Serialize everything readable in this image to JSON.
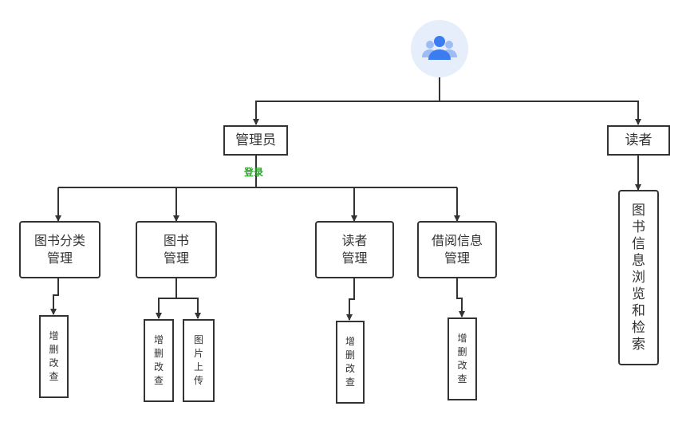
{
  "top": {
    "icon": "users-group-icon",
    "icon_color": "#3b7cf0"
  },
  "admin": {
    "label": "管理员",
    "login_label": "登录"
  },
  "reader": {
    "label": "读者"
  },
  "modules": {
    "category": "图书分类\n管理",
    "book": "图书\n管理",
    "reader": "读者\n管理",
    "borrow": "借阅信息\n管理"
  },
  "leaves": {
    "category_crud": "增删改查",
    "book_crud": "增删改查",
    "book_upload": "图片上传",
    "reader_crud": "增删改查",
    "borrow_crud": "增删改查",
    "reader_browse": "图书信息浏览和检索"
  },
  "colors": {
    "stroke": "#333333",
    "login_text": "#2fa52f",
    "avatar_bg": "#e6eefb"
  }
}
